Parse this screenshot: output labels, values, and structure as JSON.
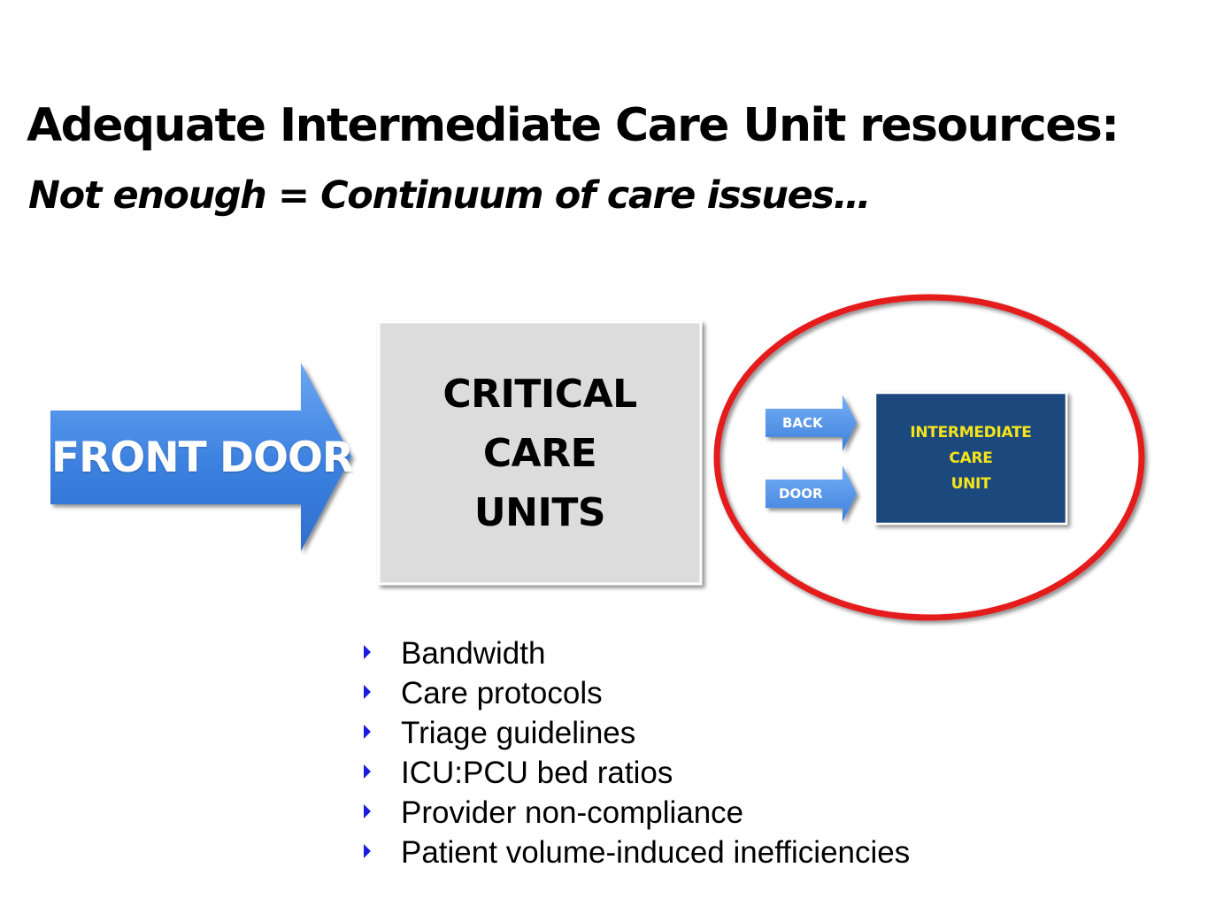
{
  "title": "Adequate Intermediate Care Unit resources:",
  "subtitle": "Not enough = Continuum of care issues…",
  "diagram": {
    "front_door_label": "FRONT DOOR",
    "critical_care_box": {
      "lines": [
        "CRITICAL",
        "CARE",
        "UNITS"
      ]
    },
    "back_door_arrows": {
      "back_label": "BACK",
      "door_label": "DOOR"
    },
    "intermediate_box": {
      "lines": [
        "INTERMEDIATE",
        "CARE",
        "UNIT"
      ]
    },
    "colors": {
      "arrow_blue": "#3b80e0",
      "critical_box_fill": "#dcdcdc",
      "intermediate_box_fill": "#1f497d",
      "intermediate_text": "#f5e41a",
      "highlight_ellipse": "#e51b1b",
      "bullet_marker": "#1a1ae0"
    }
  },
  "bullets": [
    "Bandwidth",
    "Care protocols",
    "Triage guidelines",
    "ICU:PCU bed ratios",
    "Provider non-compliance",
    "Patient volume-induced inefficiencies"
  ]
}
